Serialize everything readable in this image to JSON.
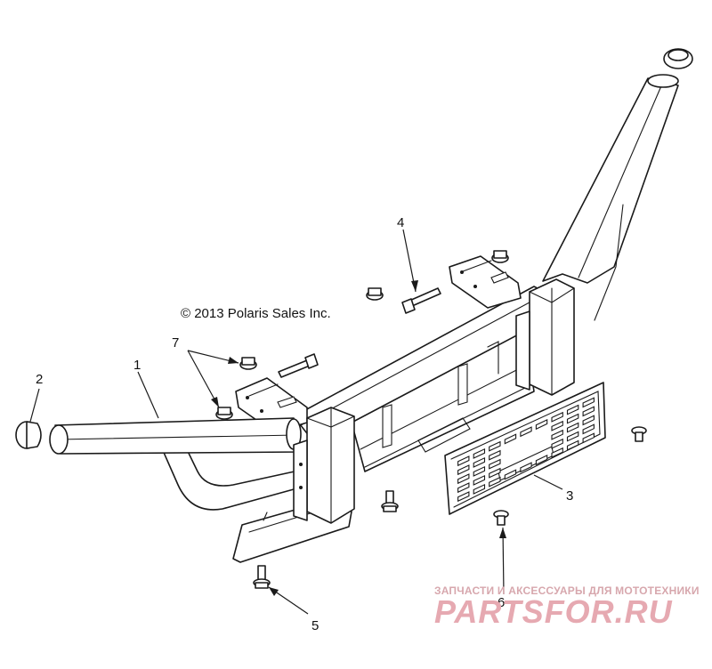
{
  "copyright": "© 2013 Polaris Sales Inc.",
  "callouts": [
    {
      "id": "1",
      "label": "1"
    },
    {
      "id": "2",
      "label": "2"
    },
    {
      "id": "3",
      "label": "3"
    },
    {
      "id": "4",
      "label": "4"
    },
    {
      "id": "5",
      "label": "5"
    },
    {
      "id": "6",
      "label": "6"
    },
    {
      "id": "7",
      "label": "7"
    }
  ],
  "watermark": {
    "tagline": "ЗАПЧАСТИ И АКСЕССУАРЫ ДЛЯ МОТОТЕХНИКИ",
    "brand": "PARTSFOR.RU",
    "color": "#e6a9b1"
  },
  "colors": {
    "line": "#1a1a1a",
    "background": "#ffffff"
  }
}
